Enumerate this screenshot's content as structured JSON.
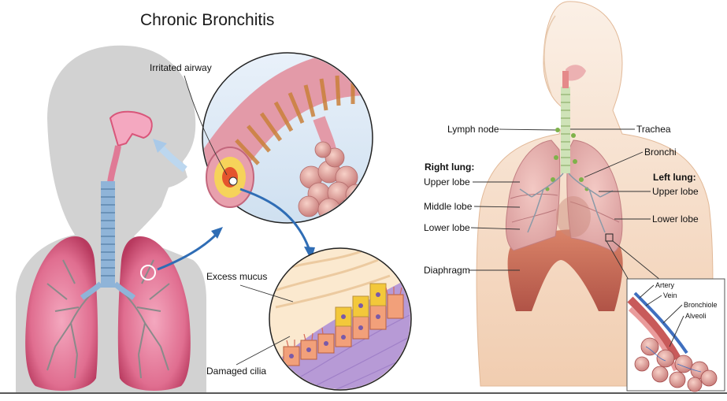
{
  "left_panel": {
    "title": "Chronic Bronchitis",
    "labels": {
      "irritated_airway": "Irritated airway",
      "excess_mucus": "Excess mucus",
      "damaged_cilia": "Damaged cilia"
    }
  },
  "right_panel": {
    "labels": {
      "lymph_node": "Lymph node",
      "trachea": "Trachea",
      "bronchi": "Bronchi",
      "right_lung": "Right lung:",
      "upper_lobe_right": "Upper lobe",
      "middle_lobe": "Middle lobe",
      "lower_lobe_right": "Lower lobe",
      "left_lung": "Left lung:",
      "upper_lobe_left": "Upper lobe",
      "lower_lobe_left": "Lower lobe",
      "diaphragm": "Diaphragm"
    },
    "inset_labels": {
      "artery": "Artery",
      "vein": "Vein",
      "bronchiole": "Bronchiole",
      "alveoli": "Alveoli"
    }
  },
  "colors": {
    "lung_pink": "#d9567a",
    "airway_blue": "#8fb4d8",
    "silhouette_gray": "#cfcfcf",
    "skin": "#f3dcc8",
    "muscle": "#c0604a"
  }
}
